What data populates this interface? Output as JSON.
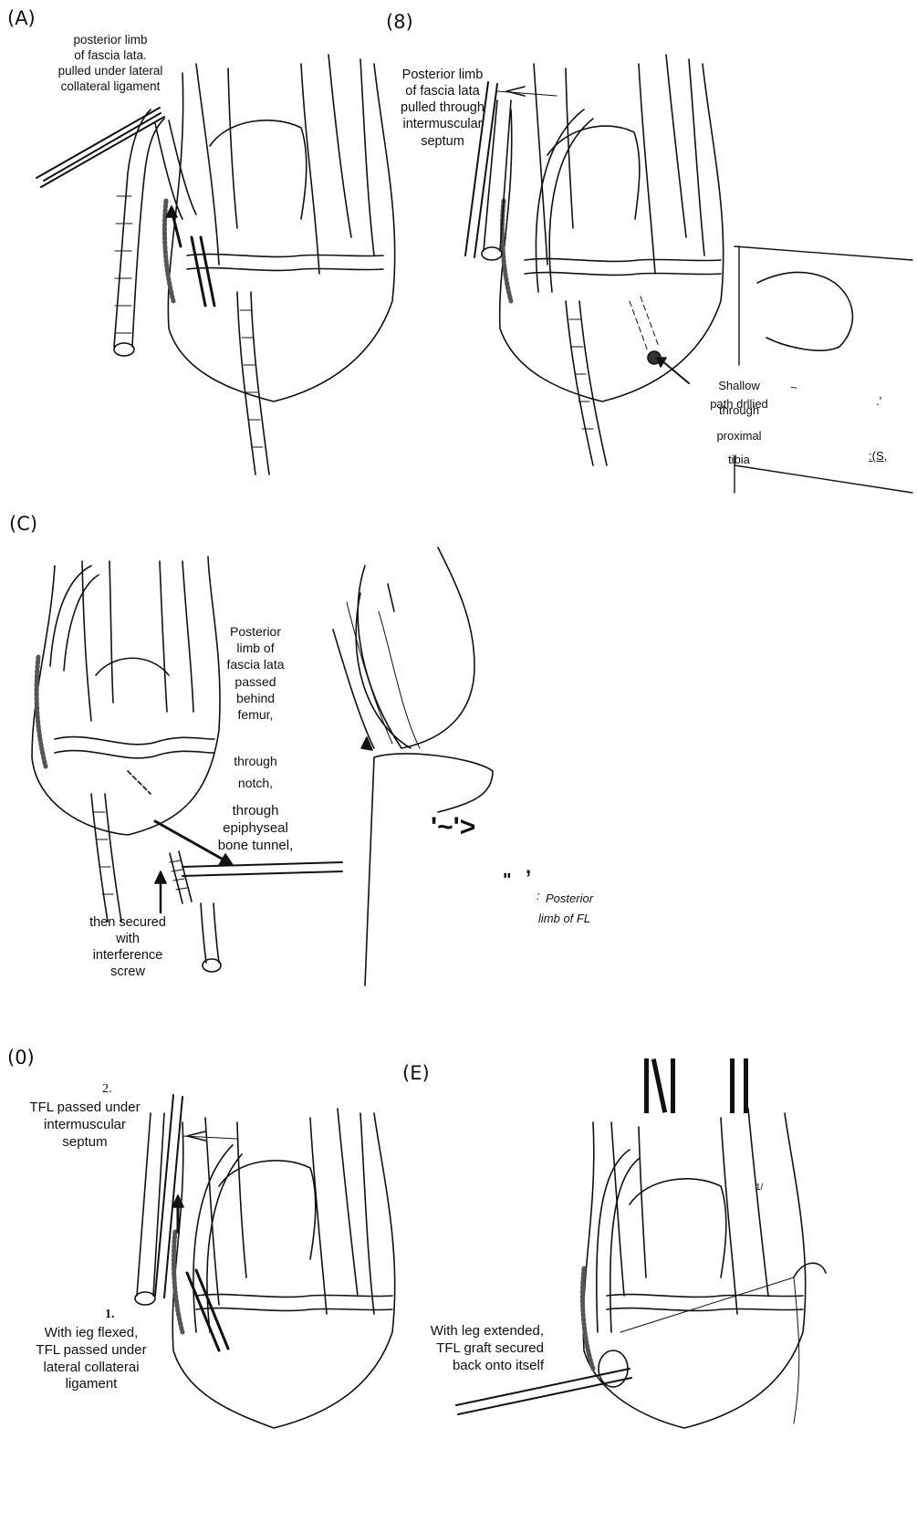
{
  "panels": {
    "a": {
      "tag": "(A)",
      "caption": [
        "posterior limb",
        "of fascia lata.",
        "pulled under lateral",
        "collateral ligament"
      ]
    },
    "b": {
      "tag": "(8)",
      "caption": [
        "Posterior limb",
        "of fascia lata",
        "pulled through",
        "intermuscular",
        "septum"
      ],
      "inset_caption": [
        "Shallow",
        "path drllied",
        "through",
        "proximal",
        "tibia"
      ],
      "inset_marks": {
        "tilde": "~",
        "tick": ".'",
        "corner": ":(S,"
      }
    },
    "c": {
      "tag": "(C)",
      "caption": [
        "Posterior",
        "limb of",
        "fascia lata",
        "passed",
        "behind",
        "femur,"
      ],
      "through_notch": "through\nnotch,",
      "through_tunnel": [
        "through",
        "epiphyseal",
        "bone tunnel,"
      ],
      "secured": [
        "then secured",
        "with",
        "interference",
        "screw"
      ],
      "side_marks": {
        "squiggle": "'~'>",
        "comma": ",",
        "quote": "\""
      },
      "side_caption_prefix": ":",
      "side_caption": [
        "Posterior",
        "limb of FL"
      ]
    },
    "d": {
      "tag": "(0)",
      "step2_num": "2.",
      "step2": [
        "TFL passed under",
        "intermuscular",
        "septum"
      ],
      "step1_num": "1.",
      "step1": [
        "With ieg flexed,",
        "TFL passed under",
        "lateral collaterai",
        "ligament"
      ]
    },
    "e": {
      "tag": "(E)",
      "caption": [
        "With leg extended,",
        "TFL graft secured",
        "back onto itself"
      ],
      "marks": {
        "left": "/\\|",
        "right": "il;,",
        "small": "1/"
      }
    }
  },
  "colors": {
    "ink": "#111111",
    "shade": "#555555",
    "paper": "#ffffff"
  }
}
